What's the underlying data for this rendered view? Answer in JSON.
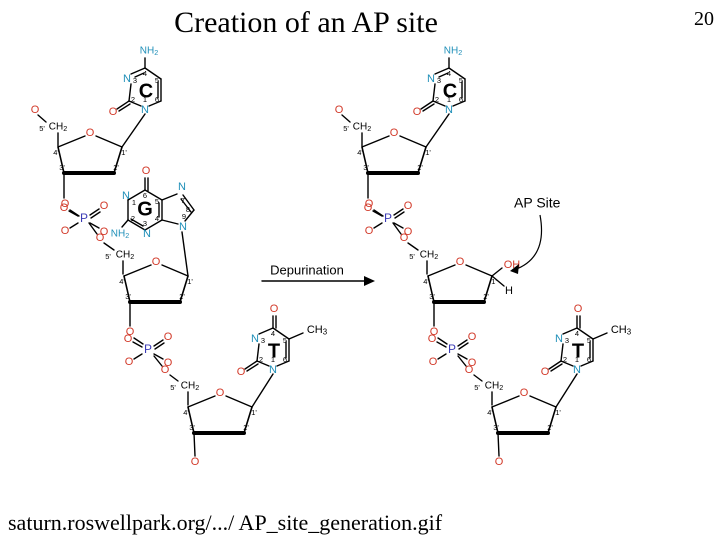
{
  "title": "Creation of an AP site",
  "page_number": "20",
  "source": "saturn.roswellpark.org/.../ AP_site_generation.gif",
  "arrow_label": "Depurination",
  "ap_site_label": "AP Site",
  "bases": {
    "cytosine": "C",
    "guanine": "G",
    "thymine": "T"
  },
  "atoms": {
    "N": "N",
    "O": "O",
    "P": "P",
    "H": "H",
    "OH": "OH",
    "NH2": "NH2",
    "CH2": "CH2",
    "CH3": "CH3"
  },
  "ring_numbers": {
    "one": "1",
    "two": "2",
    "three": "3",
    "four": "4",
    "five": "5",
    "six": "6",
    "seven": "7",
    "eight": "8",
    "nine": "9",
    "one_p": "1'",
    "two_p": "2'",
    "three_p": "3'",
    "four_p": "4'",
    "five_p": "5'"
  },
  "colors": {
    "oxygen": "#d23a2a",
    "nitrogen": "#1f8fb8",
    "phosphorus": "#3b3bb5",
    "bond": "#000000"
  }
}
